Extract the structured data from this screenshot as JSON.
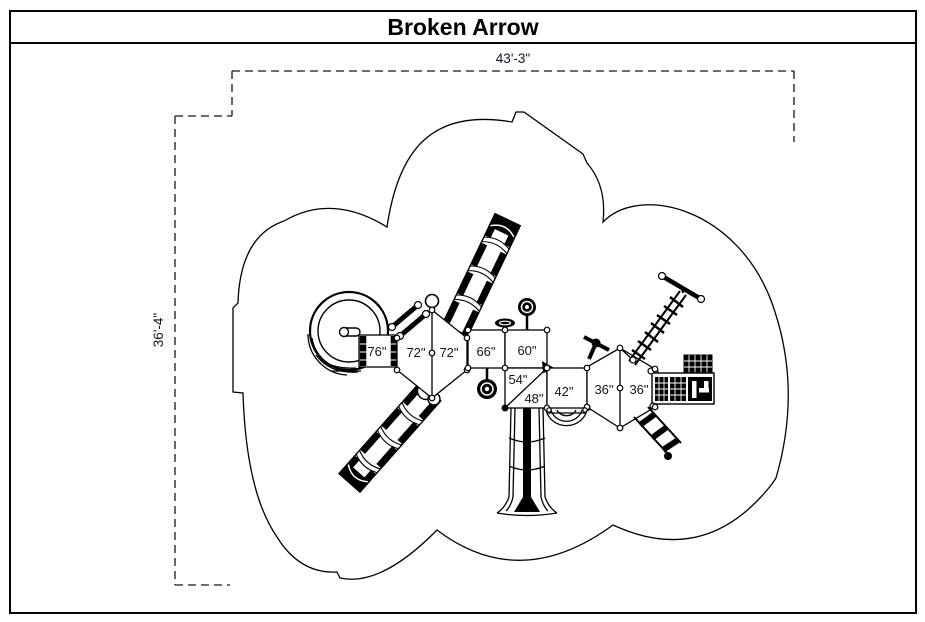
{
  "title": "Broken Arrow",
  "dimensions": {
    "width_label": "43'-3\"",
    "height_label": "36'-4\""
  },
  "deck_heights": {
    "d76": "76\"",
    "d72a": "72\"",
    "d72b": "72\"",
    "d66": "66\"",
    "d60": "60\"",
    "d54": "54\"",
    "d48": "48\"",
    "d42": "42\"",
    "d36a": "36\"",
    "d36b": "36\""
  },
  "colors": {
    "line": "#000000",
    "label": "#15151f",
    "background": "#ffffff"
  }
}
